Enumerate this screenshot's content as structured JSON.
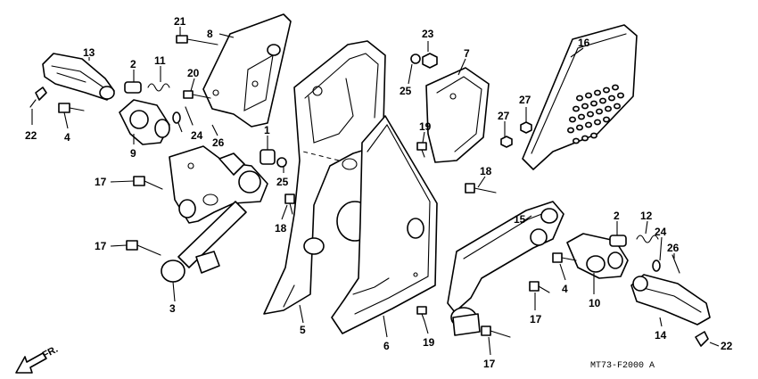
{
  "callouts": [
    {
      "id": "c21",
      "text": "21"
    },
    {
      "id": "c8",
      "text": "8"
    },
    {
      "id": "c13",
      "text": "13"
    },
    {
      "id": "c2a",
      "text": "2"
    },
    {
      "id": "c11",
      "text": "11"
    },
    {
      "id": "c20",
      "text": "20"
    },
    {
      "id": "c22a",
      "text": "22"
    },
    {
      "id": "c4a",
      "text": "4"
    },
    {
      "id": "c9",
      "text": "9"
    },
    {
      "id": "c24a",
      "text": "24"
    },
    {
      "id": "c26a",
      "text": "26"
    },
    {
      "id": "c1",
      "text": "1"
    },
    {
      "id": "c25a",
      "text": "25"
    },
    {
      "id": "c17a",
      "text": "17"
    },
    {
      "id": "c18a",
      "text": "18"
    },
    {
      "id": "c17b",
      "text": "17"
    },
    {
      "id": "c3",
      "text": "3"
    },
    {
      "id": "c5",
      "text": "5"
    },
    {
      "id": "c23",
      "text": "23"
    },
    {
      "id": "c25b",
      "text": "25"
    },
    {
      "id": "c7",
      "text": "7"
    },
    {
      "id": "c19a",
      "text": "19"
    },
    {
      "id": "c16",
      "text": "16"
    },
    {
      "id": "c27a",
      "text": "27"
    },
    {
      "id": "c27b",
      "text": "27"
    },
    {
      "id": "c18b",
      "text": "18"
    },
    {
      "id": "c15",
      "text": "15"
    },
    {
      "id": "c2b",
      "text": "2"
    },
    {
      "id": "c12",
      "text": "12"
    },
    {
      "id": "c24b",
      "text": "24"
    },
    {
      "id": "c26b",
      "text": "26"
    },
    {
      "id": "c4b",
      "text": "4"
    },
    {
      "id": "c10",
      "text": "10"
    },
    {
      "id": "c17c",
      "text": "17"
    },
    {
      "id": "c6",
      "text": "6"
    },
    {
      "id": "c19b",
      "text": "19"
    },
    {
      "id": "c14",
      "text": "14"
    },
    {
      "id": "c22b",
      "text": "22"
    },
    {
      "id": "c17d",
      "text": "17"
    }
  ],
  "direction_label": "FR.",
  "diagram_code": "MT73-F2000 A"
}
